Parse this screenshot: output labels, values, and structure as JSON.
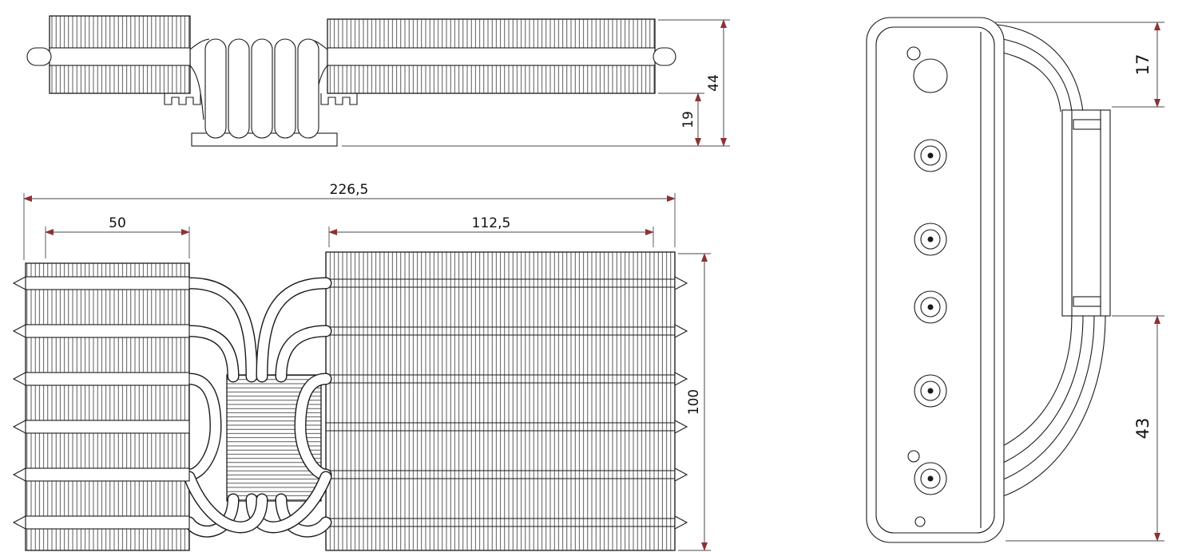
{
  "colors": {
    "background": "#ffffff",
    "line": "#1a1a1a",
    "fin": "#303030",
    "dimension_line": "#4a4a4a",
    "dimension_text": "#101010",
    "arrow": "#8b3232"
  },
  "dims": {
    "top_view": {
      "lower_height": "19",
      "total_height": "44"
    },
    "front_view": {
      "overall_width": "226,5",
      "left_section": "50",
      "right_section": "112,5",
      "core_height": "100"
    },
    "side_view": {
      "top_depth": "17",
      "bottom_depth": "43"
    }
  }
}
